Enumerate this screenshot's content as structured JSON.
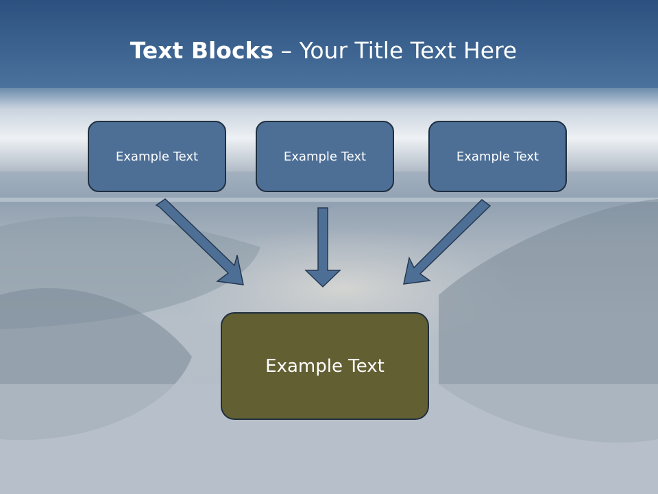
{
  "title": {
    "bold": "Text Blocks",
    "rest": " – Your Title Text Here"
  },
  "boxes": [
    {
      "label": "Example Text"
    },
    {
      "label": "Example Text"
    },
    {
      "label": "Example Text"
    }
  ],
  "main_box": {
    "label": "Example Text"
  },
  "colors": {
    "top_box_fill": "#4d6f96",
    "main_box_fill": "#625f33",
    "arrow_fill": "#4e6f95",
    "border": "#1f2f40"
  }
}
